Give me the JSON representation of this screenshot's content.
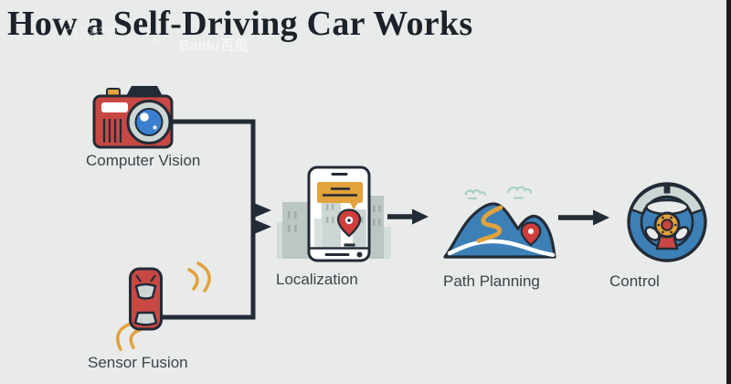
{
  "page": {
    "title": "How a Self-Driving Car Works",
    "background_color": "#e8ebe9",
    "edge_bar_color": "#1c1c1c"
  },
  "watermarks": {
    "left_line1": "优达学城",
    "left_line2": "UDACITY",
    "separator": "×",
    "right": "Baidu百度"
  },
  "diagram": {
    "nodes": [
      {
        "id": "computer-vision",
        "label": "Computer Vision",
        "icon": "camera-icon"
      },
      {
        "id": "sensor-fusion",
        "label": "Sensor Fusion",
        "icon": "car-top-view-icon"
      },
      {
        "id": "localization",
        "label": "Localization",
        "icon": "phone-city-map-icon"
      },
      {
        "id": "path-planning",
        "label": "Path Planning",
        "icon": "mountain-route-icon"
      },
      {
        "id": "control",
        "label": "Control",
        "icon": "steering-wheel-icon"
      }
    ],
    "edges": [
      {
        "from": "Computer Vision",
        "to": "Localization"
      },
      {
        "from": "Sensor Fusion",
        "to": "Localization"
      },
      {
        "from": "Localization",
        "to": "Path Planning"
      },
      {
        "from": "Path Planning",
        "to": "Control"
      }
    ],
    "colors": {
      "ink": "#232b36",
      "red": "#c84843",
      "pin_red": "#ce3e3b",
      "orange": "#e2a23c",
      "blue": "#3d80b7",
      "lens_blue": "#3b7fd0",
      "light_gray": "#ccd6d4",
      "building_gray": "#bcc7c5",
      "building_light": "#d2dcda",
      "cloud_teal": "#a9cfc7",
      "white": "#ffffff"
    }
  }
}
